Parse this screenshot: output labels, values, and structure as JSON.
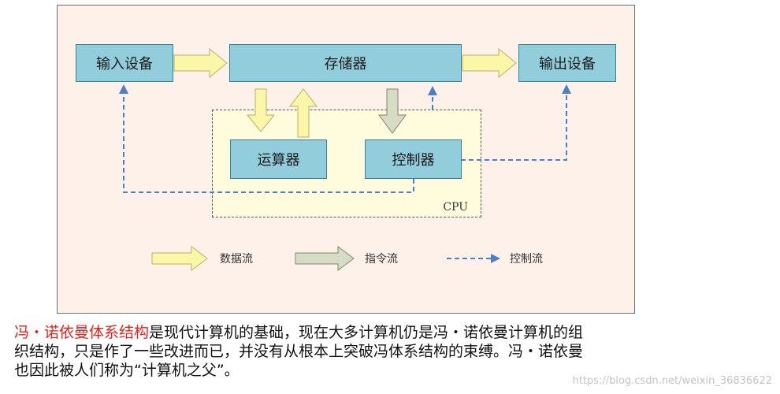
{
  "diagram": {
    "input_device": "输入设备",
    "memory": "存储器",
    "output_device": "输出设备",
    "alu": "运算器",
    "controller": "控制器",
    "cpu": "CPU"
  },
  "legend": {
    "data_flow": "数据流",
    "instruction_flow": "指令流",
    "control_flow": "控制流"
  },
  "caption": {
    "highlight": "冯・诺依曼体系结构",
    "line1_rest": "是现代计算机的基础，现在大多计算机仍是冯・诺依曼计算机的组",
    "line2": "织结构，只是作了一些改进而已，并没有从根本上突破冯体系结构的束缚。冯・诺依曼",
    "line3": "也因此被人们称为“计算机之父”。"
  },
  "watermark": "https://blog.csdn.net/weixin_36836622",
  "colors": {
    "box_fill": "#92cddc",
    "data_arrow": "#fbf6a8",
    "instruction_arrow": "#d7dcc4",
    "control_line": "#4a7fd0",
    "highlight_text": "#e0231b"
  }
}
